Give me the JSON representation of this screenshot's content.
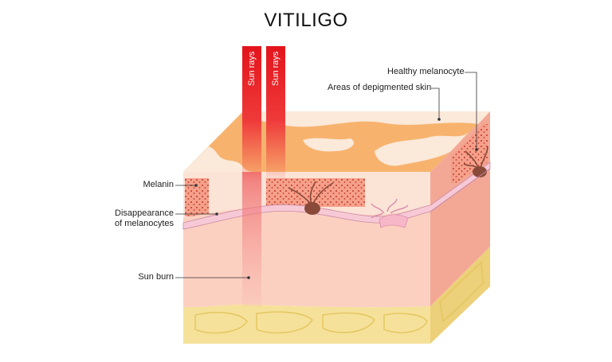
{
  "title": "VITILIGO",
  "rays": [
    "Sun rays",
    "Sun rays"
  ],
  "labels": {
    "healthy_melanocyte": "Healthy melanocyte",
    "depigmented": "Areas of depigmented skin",
    "melanin": "Melanin",
    "disappearance_line1": "Disappearance",
    "disappearance_line2": "of melanocytes",
    "sunburn": "Sun burn"
  },
  "colors": {
    "epidermis_top": "#f7b36e",
    "depigmented": "#fbe9da",
    "dermis": "#fbd0c1",
    "fat": "#f6e19a",
    "ray": "#e3141b",
    "melanocyte": "#8a4a3a"
  }
}
